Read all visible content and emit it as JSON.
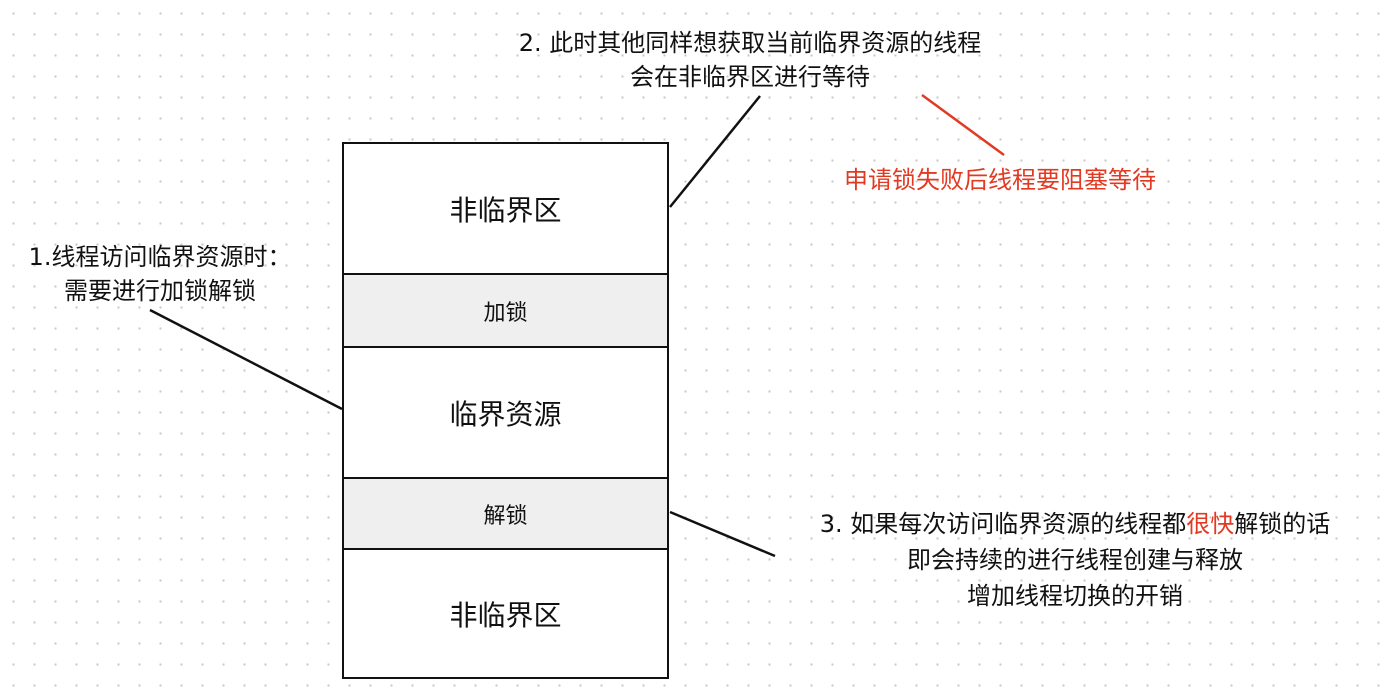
{
  "stack": {
    "top_block": "非临界区",
    "lock_block": "加锁",
    "critical_block": "临界资源",
    "unlock_block": "解锁",
    "bottom_block": "非临界区"
  },
  "notes": {
    "note1": {
      "line1": "1.线程访问临界资源时：",
      "line2": "需要进行加锁解锁"
    },
    "note2": {
      "line1": "2. 此时其他同样想获取当前临界资源的线程",
      "line2": "会在非临界区进行等待"
    },
    "red_note": "申请锁失败后线程要阻塞等待",
    "note3": {
      "line1_prefix": "3. 如果每次访问临界资源的线程都",
      "line1_highlight": "很快",
      "line1_suffix": "解锁的话",
      "line2": "即会持续的进行线程创建与释放",
      "line3": "增加线程切换的开销"
    }
  },
  "colors": {
    "highlight": "#e23a22",
    "lock_fill": "#efefef",
    "line": "#111111"
  }
}
